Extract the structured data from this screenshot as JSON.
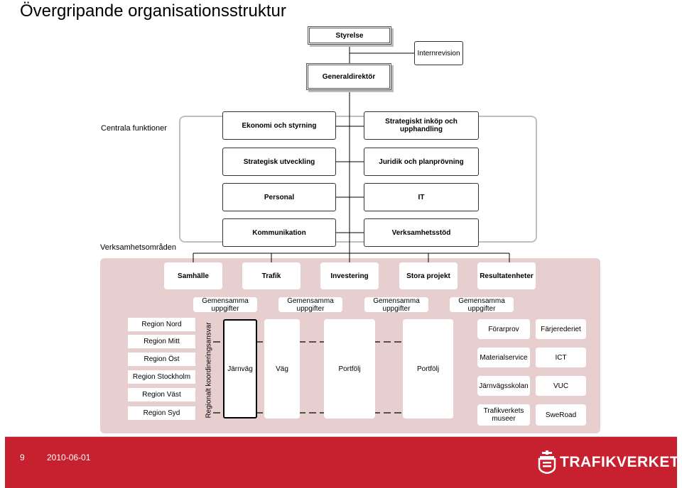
{
  "page": {
    "title": "Övergripande organisationsstruktur"
  },
  "top": {
    "board": "Styrelse",
    "audit": "Internrevision",
    "director": "Generaldirektör"
  },
  "labels": {
    "central": "Centrala funktioner",
    "areas": "Verksamhetsområden",
    "regional": "Regionalt koordineringsansvar"
  },
  "central_functions": [
    "Ekonomi och styrning",
    "Strategiskt inköp och upphandling",
    "Strategisk utveckling",
    "Juridik och planprövning",
    "Personal",
    "IT",
    "Kommunikation",
    "Verksamhetsstöd"
  ],
  "business_areas": [
    "Samhälle",
    "Trafik",
    "Investering",
    "Stora projekt",
    "Resultatenheter"
  ],
  "shared_tasks": [
    "Gemensamma uppgifter",
    "Gemensamma uppgifter",
    "Gemensamma uppgifter",
    "Gemensamma uppgifter"
  ],
  "regions": [
    "Region Nord",
    "Region Mitt",
    "Region Öst",
    "Region Stockholm",
    "Region Väst",
    "Region Syd"
  ],
  "columns": [
    "Järnväg",
    "Väg",
    "Portfölj",
    "Portfölj"
  ],
  "result_units": [
    "Förarprov",
    "Färjerederiet",
    "Materialservice",
    "ICT",
    "Järnvägsskolan",
    "VUC",
    "Trafikverkets museer",
    "SweRoad"
  ],
  "footer": {
    "page_number": "9",
    "date": "2010-06-01",
    "brand": "TRAFIKVERKET"
  },
  "colors": {
    "accent": "#c7202f",
    "panel": "#e8cfcf"
  }
}
